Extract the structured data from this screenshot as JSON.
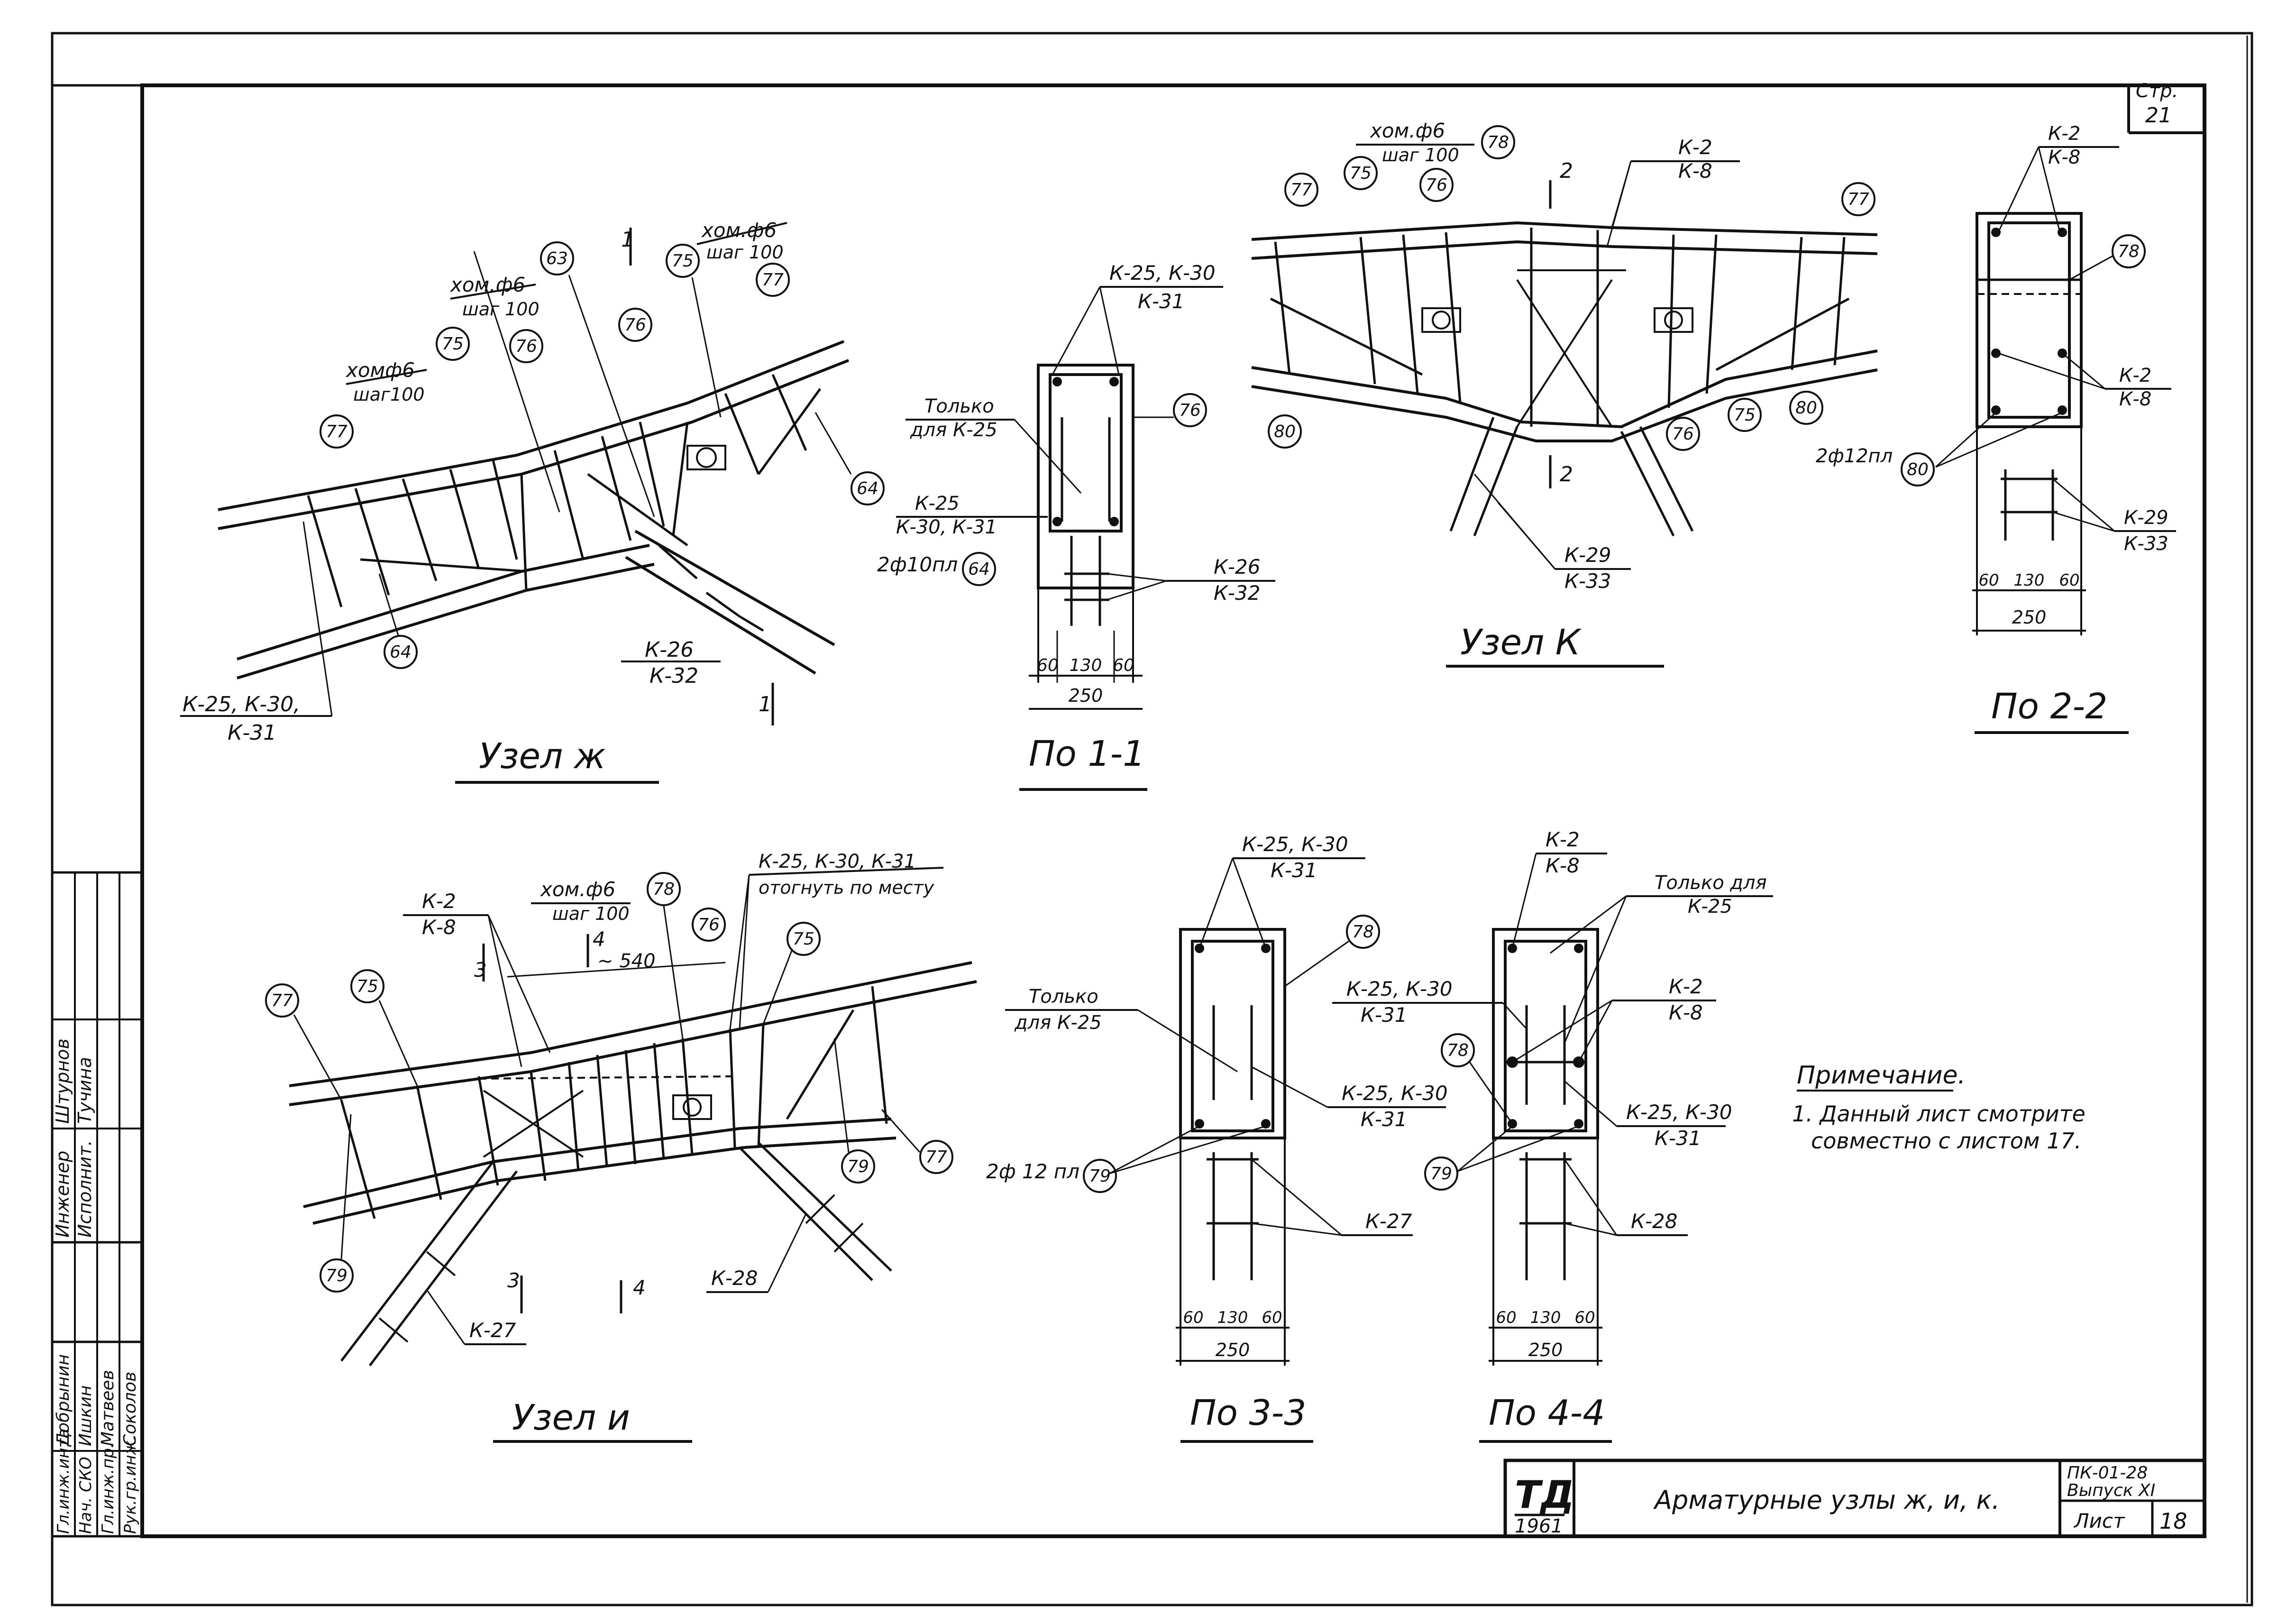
{
  "sheet": {
    "page_label": "Стр.",
    "page_number": "21",
    "title": "Арматурные узлы ж, и, к.",
    "code": "ПК-01-28",
    "issue": "Выпуск XI",
    "sheet_label": "Лист",
    "sheet_number": "18",
    "logo": "ТД",
    "year": "1961"
  },
  "note": {
    "heading": "Примечание.",
    "line1": "1. Данный лист смотрите",
    "line2": "совместно с листом 17."
  },
  "stamp": {
    "roles": [
      "Гл.инж.инта",
      "Нач. СКО",
      "Гл.инж.пр.",
      "Рук.гр.инж."
    ],
    "names": [
      "Добрынин",
      "Ишкин",
      "Матвеев",
      "Соколов"
    ],
    "side_roles": [
      "Инженер",
      "Исполнит."
    ],
    "side_names": [
      "Штурнов",
      "Тучина"
    ]
  },
  "node_zh": {
    "title": "Узел ж",
    "k25_top": "К-25, К-30,",
    "k25_bot": "К-31",
    "k26_top": "К-26",
    "k26_bot": "К-32",
    "stirrup_a1": "хомф6",
    "stirrup_a2": "шаг100",
    "stirrup_b1": "хом.ф6",
    "stirrup_b2": "шаг 100",
    "stirrup_c1": "хом.ф6",
    "stirrup_c2": "шаг 100",
    "sec_mark": "1",
    "callouts": [
      "77",
      "75",
      "76",
      "63",
      "76",
      "75",
      "77",
      "64",
      "64"
    ]
  },
  "sec_11": {
    "title": "По 1-1",
    "k25_top": "К-25, К-30",
    "k25_bot": "К-31",
    "only1": "Только",
    "only2": "для К-25",
    "k25b_top": "К-25",
    "k25b_bot": "К-30, К-31",
    "bars": "2ф10пл",
    "k26_top": "К-26",
    "k26_bot": "К-32",
    "dims": [
      "60",
      "130",
      "60"
    ],
    "total": "250",
    "callouts": [
      "76",
      "64"
    ]
  },
  "node_k": {
    "title": "Узел К",
    "stirrup1": "хом.ф6",
    "stirrup2": "шаг 100",
    "k2_top": "К-2",
    "k2_bot": "К-8",
    "k29_top": "К-29",
    "k29_bot": "К-33",
    "sec_mark": "2",
    "callouts": [
      "77",
      "75",
      "76",
      "78",
      "77",
      "80",
      "80",
      "76",
      "75"
    ]
  },
  "sec_22": {
    "title": "По 2-2",
    "k2_top": "К-2",
    "k2_bot": "К-8",
    "k2b_top": "К-2",
    "k2b_bot": "К-8",
    "bars": "2ф12пл",
    "k29_top": "К-29",
    "k29_bot": "К-33",
    "dims": [
      "60",
      "130",
      "60"
    ],
    "total": "250",
    "callouts": [
      "78",
      "80"
    ]
  },
  "node_i": {
    "title": "Узел и",
    "k2_top": "К-2",
    "k2_bot": "К-8",
    "stirrup1": "хом.ф6",
    "stirrup2": "шаг 100",
    "bend1": "К-25, К-30, К-31",
    "bend2": "отогнуть по месту",
    "dim": "~ 540",
    "k28": "К-28",
    "k27": "К-27",
    "sec3": "3",
    "sec4": "4",
    "callouts": [
      "77",
      "75",
      "78",
      "76",
      "75",
      "79",
      "77",
      "79"
    ]
  },
  "sec_33": {
    "title": "По 3-3",
    "k25_top": "К-25, К-30",
    "k25_bot": "К-31",
    "only1": "Только",
    "only2": "для К-25",
    "k25b_top": "К-25, К-30",
    "k25b_bot": "К-31",
    "bars": "2ф 12 пл",
    "k27": "К-27",
    "dims": [
      "60",
      "130",
      "60"
    ],
    "total": "250",
    "callouts": [
      "78",
      "79"
    ]
  },
  "sec_44": {
    "title": "По 4-4",
    "k2_top": "К-2",
    "k2_bot": "К-8",
    "only1": "Только для",
    "only2": "К-25",
    "k25_top": "К-25, К-30",
    "k25_bot": "К-31",
    "k2b_top": "К-2",
    "k2b_bot": "К-8",
    "k25b_top": "К-25, К-30",
    "k25b_bot": "К-31",
    "k28": "К-28",
    "dims": [
      "60",
      "130",
      "60"
    ],
    "total": "250",
    "callouts": [
      "78",
      "79"
    ]
  }
}
